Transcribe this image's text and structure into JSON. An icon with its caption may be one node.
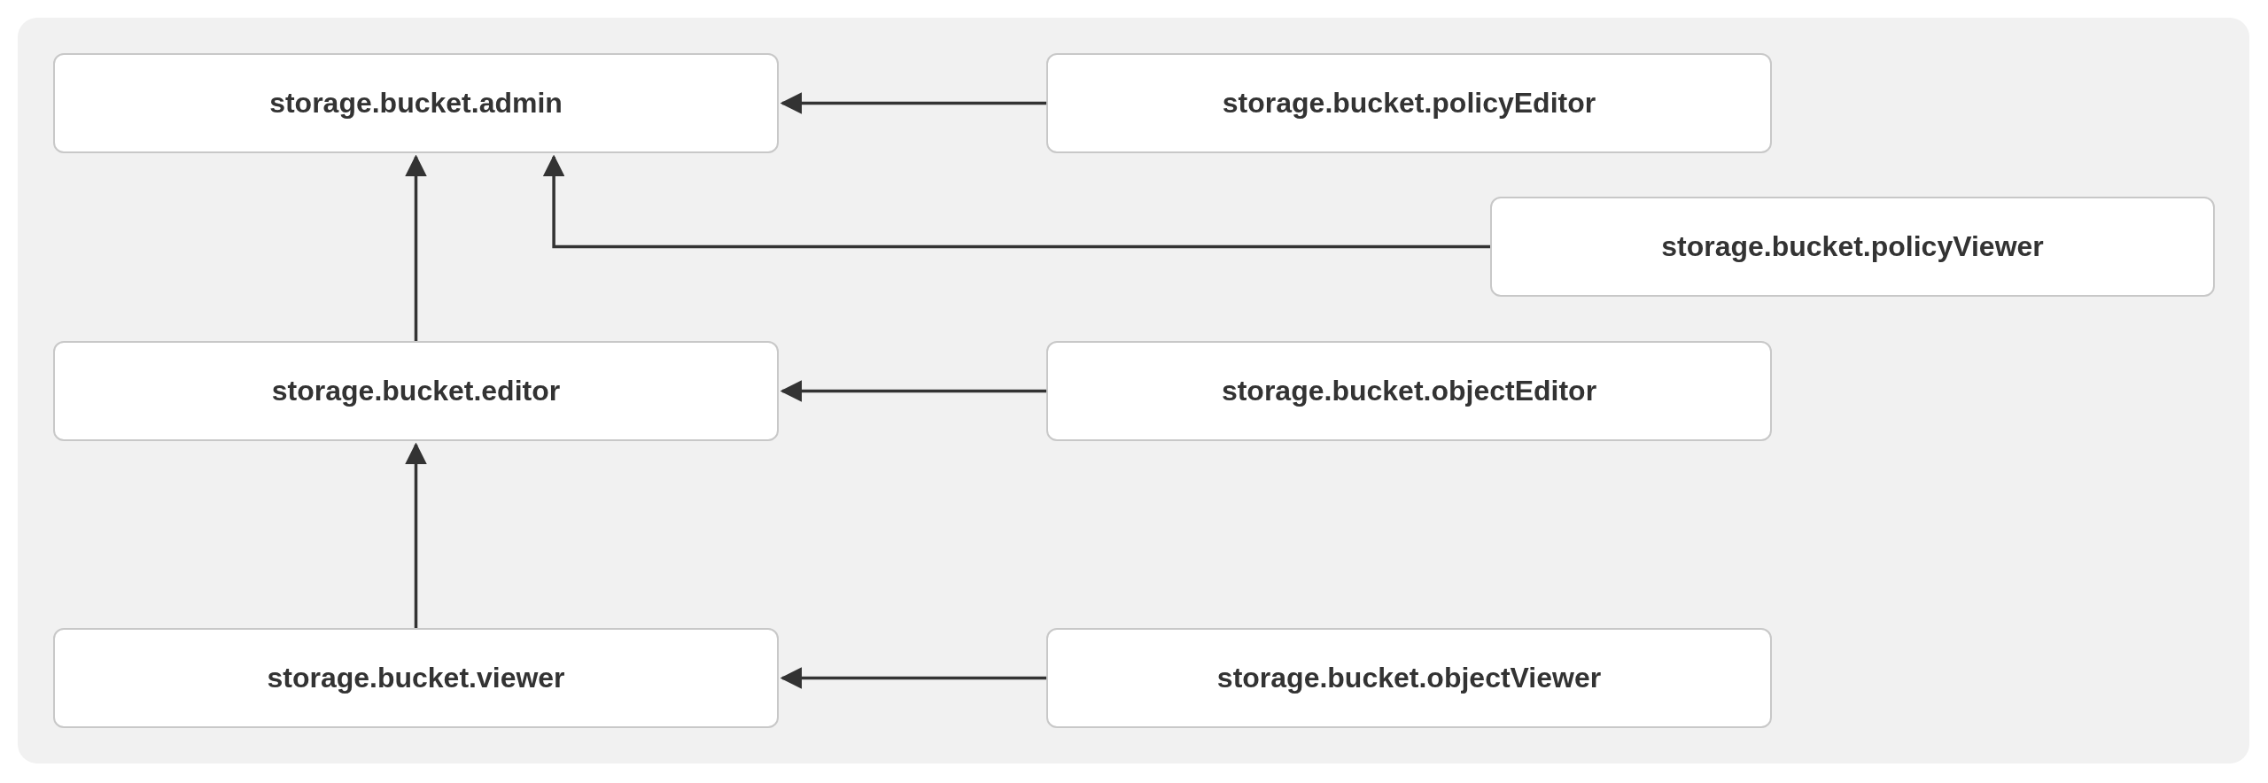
{
  "diagram": {
    "nodes": [
      {
        "text": [
          "storage.bucket.admin"
        ]
      },
      {
        "text": [
          "storage.bucket.policyEditor"
        ]
      },
      {
        "text": [
          "storage.bucket.policyViewer"
        ]
      },
      {
        "text": [
          "storage.bucket.editor"
        ]
      },
      {
        "text": [
          "storage.bucket.objectEditor"
        ]
      },
      {
        "text": [
          "storage.bucket.viewer"
        ]
      },
      {
        "text": [
          "storage.bucket.objectViewer"
        ]
      }
    ],
    "edges": [
      {
        "from": 1,
        "to": 0,
        "arrow": "to"
      },
      {
        "from": 2,
        "to": 0,
        "arrow": "to"
      },
      {
        "from": 3,
        "to": 0,
        "arrow": "to"
      },
      {
        "from": 4,
        "to": 3,
        "arrow": "to"
      },
      {
        "from": 5,
        "to": 3,
        "arrow": "to"
      },
      {
        "from": 6,
        "to": 5,
        "arrow": "to"
      }
    ]
  }
}
